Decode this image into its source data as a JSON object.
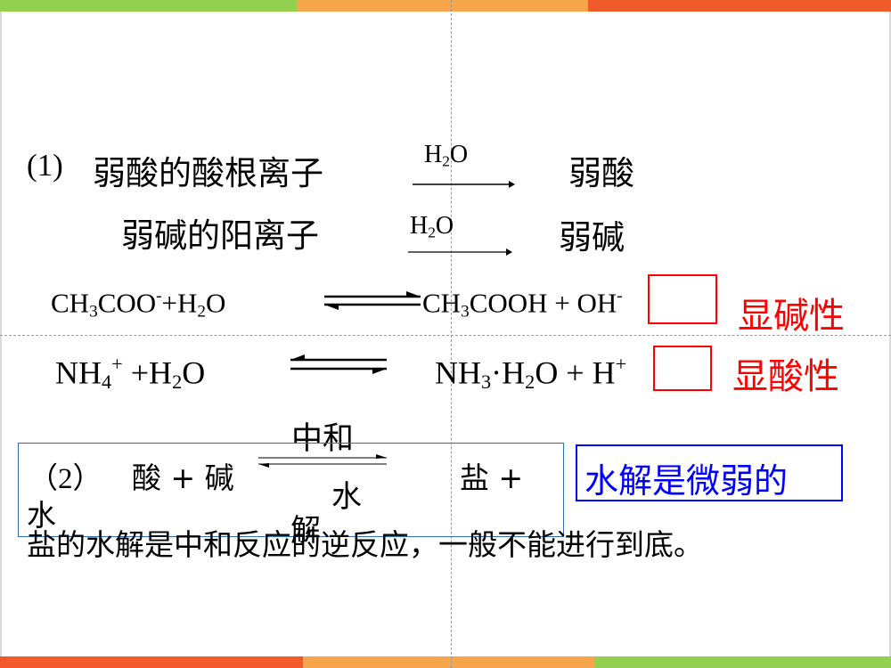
{
  "colors": {
    "stripe_green": "#92d050",
    "stripe_orange": "#f6a54a",
    "stripe_red": "#f15a2b",
    "accent_red": "#ff0000",
    "accent_blue": "#0000ff",
    "box_blue": "#2f6db5"
  },
  "line1": {
    "prefix": "(1)",
    "reactant": "弱酸的酸根离子",
    "over_arrow_h": "H",
    "over_arrow_2": "2",
    "over_arrow_o": "O",
    "product": "弱酸"
  },
  "line2": {
    "reactant": "弱碱的阳离子",
    "over_arrow_h": "H",
    "over_arrow_2": "2",
    "over_arrow_o": "O",
    "product": "弱碱"
  },
  "eq1": {
    "ch": "CH",
    "sub3": "3",
    "coo": "COO",
    "sup_minus": "-",
    "plus_h": "+H",
    "sub2": "2",
    "o": "O",
    "prod_ch": "CH",
    "prod_sub3": "3",
    "prod_cooh": "COOH + OH",
    "prod_sup": "-",
    "label": "显碱性"
  },
  "eq2": {
    "nh": "NH",
    "sub4": "4",
    "sup_plus": "+",
    "plus_h": " +H",
    "sub2": "2",
    "o": "O",
    "prod_nh": "NH",
    "prod_sub3": "3",
    "prod_dot_h": "·H",
    "prod_sub2": "2",
    "prod_o": "O +   H",
    "prod_sup": "+",
    "label": "显酸性"
  },
  "part2": {
    "open": "（",
    "num": "2",
    "close": "）",
    "acid": "酸  +  碱",
    "above": "中和",
    "below_1": "水",
    "below_2": "解",
    "salt": "盐  +",
    "water": "水",
    "note": "水解是微弱的"
  },
  "conclusion": "盐的水解是中和反应的逆反应，一般不能进行到底。"
}
